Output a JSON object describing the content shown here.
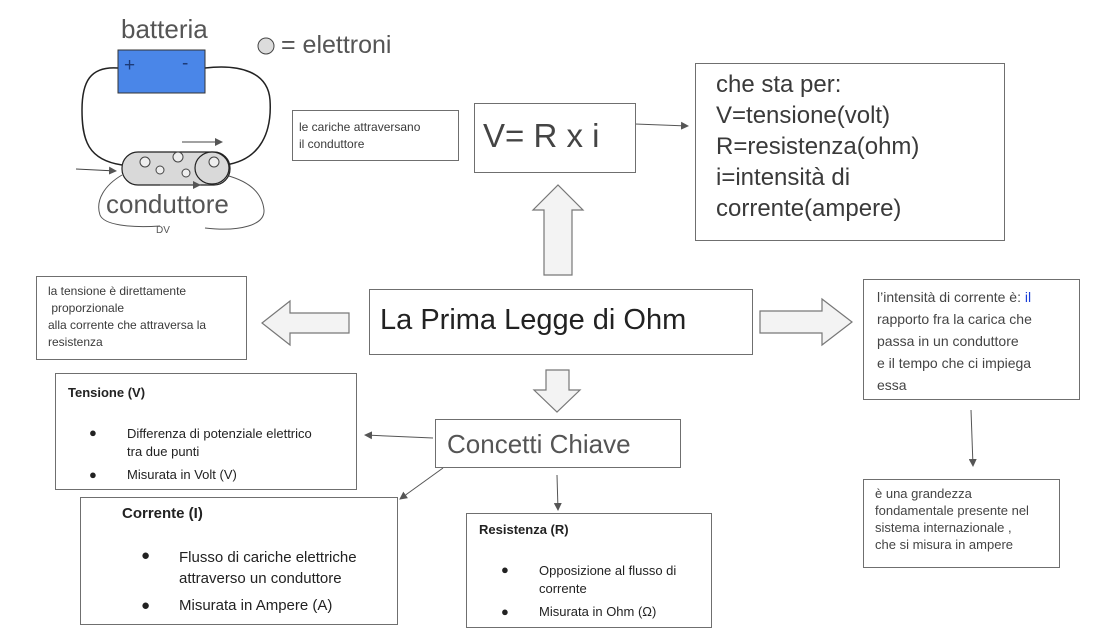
{
  "battery_label": "batteria",
  "battery_plus": "+",
  "battery_minus": "-",
  "electron_legend": "= elettroni",
  "conductor_label": "conduttore",
  "initials": "DV",
  "charges_note": [
    "le cariche attraversano",
    "il conduttore"
  ],
  "formula": "V= R x i",
  "meaning": [
    "che sta per:",
    "V=tensione(volt)",
    "R=resistenza(ohm)",
    "i=intensità di",
    "corrente(ampere)"
  ],
  "title": "La Prima Legge di Ohm",
  "tension_note": [
    "la tensione è direttamente",
    " proporzionale",
    "alla corrente che attraversa la",
    "resistenza"
  ],
  "intensity_note": {
    "line1_prefix": "l’intensità di corrente è: ",
    "line1_highlight": "il",
    "line1_highlight_color": "#1a3fd8",
    "rest": [
      "rapporto fra la carica che",
      "passa in un conduttore",
      "e il tempo che ci impiega",
      "essa"
    ]
  },
  "si_note": [
    "è una grandezza",
    "fondamentale presente nel",
    "sistema internazionale ,",
    "che si misura in ampere"
  ],
  "key_concepts": "Concetti Chiave",
  "bullet_symbol": "●",
  "tension_box": {
    "title": "Tensione (V)",
    "b1": [
      "Differenza di potenziale elettrico",
      "tra due punti"
    ],
    "b2": "Misurata in Volt (V)"
  },
  "current_box": {
    "title": "Corrente (I)",
    "b1": [
      "Flusso di cariche elettriche",
      "attraverso un conduttore"
    ],
    "b2": "Misurata in Ampere (A)"
  },
  "resistance_box": {
    "title": "Resistenza (R)",
    "b1": [
      "Opposizione al flusso di",
      "corrente"
    ],
    "b2": "Misurata in Ohm (Ω)"
  },
  "colors": {
    "battery": "#4a86e8",
    "outline": "#6f6f6f",
    "arrow_fill": "#f3f3f3"
  }
}
